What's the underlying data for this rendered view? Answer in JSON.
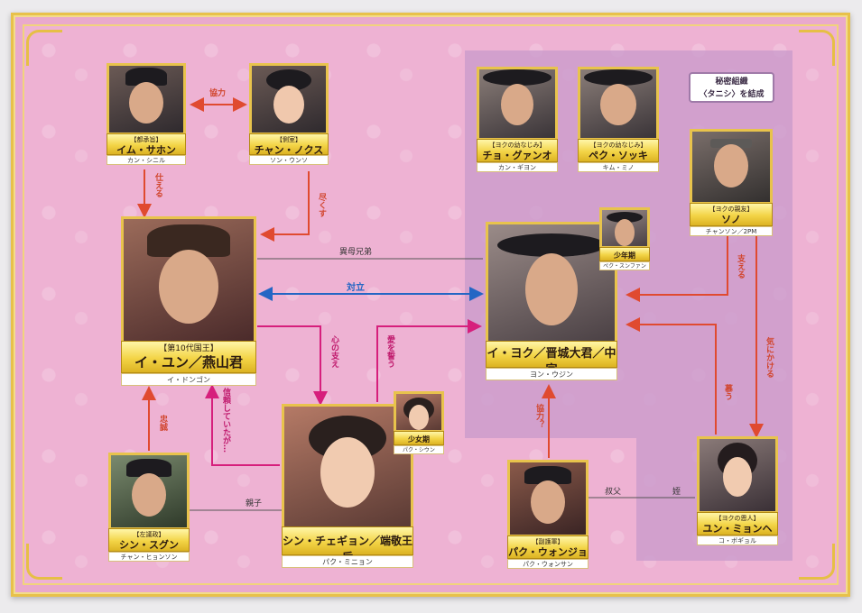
{
  "secret_group": {
    "line1": "秘密組織",
    "line2": "〈タニシ〉を結成"
  },
  "nodes": {
    "im_sahon": {
      "role": "【都承旨】",
      "name": "イム・サホン",
      "actor": "カン・シニル"
    },
    "jang_noksu": {
      "role": "【側室】",
      "name": "チャン・ノクス",
      "actor": "ソン・ウンソ"
    },
    "iyun": {
      "role": "【第10代国王】",
      "name": "イ・ユン／燕山君",
      "actor": "イ・ドンゴン"
    },
    "shin_sugun": {
      "role": "【左議政】",
      "name": "シン・スグン",
      "actor": "チャン・ヒョンソン"
    },
    "chaegyong": {
      "role": "",
      "name": "シン・チェギョン／端敬王后",
      "actor": "パク・ミニョン"
    },
    "chaegyong_young": {
      "role": "",
      "name": "少女期",
      "actor": "パク・シウン"
    },
    "iyok": {
      "role": "",
      "name": "イ・ヨク／晋城大君／中宗",
      "actor": "ヨン・ウジン"
    },
    "iyok_young": {
      "role": "",
      "name": "少年期",
      "actor": "ペク・スンファン"
    },
    "cho_gwangwo": {
      "role": "【ヨクの幼なじみ】",
      "name": "チョ・グァンオ",
      "actor": "カン・ギヨン"
    },
    "pek_sokki": {
      "role": "【ヨクの幼なじみ】",
      "name": "ペク・ソッキ",
      "actor": "キム・ミノ"
    },
    "sono": {
      "role": "【ヨクの親友】",
      "name": "ソノ",
      "actor": "チャンソン／2PM"
    },
    "park_wonjong": {
      "role": "【副護軍】",
      "name": "パク・ウォンジョン",
      "actor": "パク・ウォンサン"
    },
    "yun_myonghe": {
      "role": "【ヨクの恩人】",
      "name": "ユン・ミョンヘ",
      "actor": "コ・ボギョル"
    }
  },
  "relations": {
    "kyoryoku": "協力",
    "tsukaeru": "仕える",
    "tsukusu": "尽くす",
    "ibo": "異母兄弟",
    "tairitsu": "対立",
    "kokoro": "心の支え",
    "ai": "愛を誓う",
    "shinrai": "信頼していたが…",
    "chusei": "忠誠",
    "oyako": "親子",
    "kyoryoku_q": "協力？",
    "oji": "叔父",
    "mei": "姪",
    "sasaeru": "支える",
    "kinikakeru": "気にかける",
    "shitau": "慕う"
  },
  "colors": {
    "red": "#e04a30",
    "blue": "#2466c4",
    "magenta": "#d61f7c",
    "gray": "#555555",
    "secret_zone": "#c89acb",
    "gold": "#e8c34c"
  }
}
